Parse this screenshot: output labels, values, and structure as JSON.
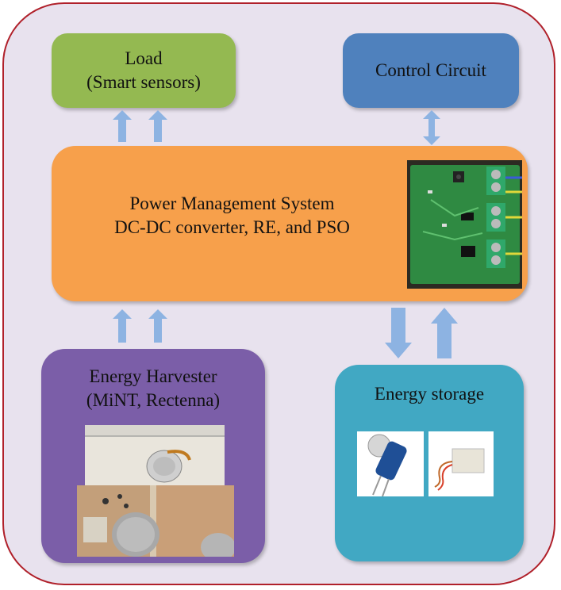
{
  "load": {
    "line1": "Load",
    "line2": "(Smart sensors)"
  },
  "control": {
    "label": "Control Circuit"
  },
  "pms": {
    "line1": "Power Management System",
    "line2": "DC-DC converter, RE, and PSO"
  },
  "harvester": {
    "line1": "Energy Harvester",
    "line2": "(MiNT, Rectenna)"
  },
  "storage": {
    "label": "Energy storage"
  },
  "colors": {
    "border": "#b0202a",
    "background": "#e8e2ee",
    "load": "#94b951",
    "control": "#4f81bd",
    "pms": "#f7a04b",
    "harvester": "#7b5ea8",
    "storage": "#41a8c3",
    "arrow": "#8db3e2"
  }
}
